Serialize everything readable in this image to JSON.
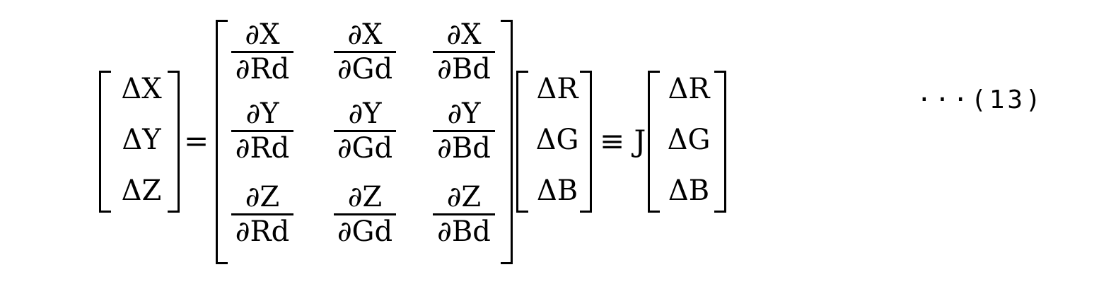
{
  "lhs": [
    "ΔX",
    "ΔY",
    "ΔZ"
  ],
  "equals": "=",
  "jacobian": [
    [
      {
        "num": "∂X",
        "den": "∂Rd"
      },
      {
        "num": "∂X",
        "den": "∂Gd"
      },
      {
        "num": "∂X",
        "den": "∂Bd"
      }
    ],
    [
      {
        "num": "∂Y",
        "den": "∂Rd"
      },
      {
        "num": "∂Y",
        "den": "∂Gd"
      },
      {
        "num": "∂Y",
        "den": "∂Bd"
      }
    ],
    [
      {
        "num": "∂Z",
        "den": "∂Rd"
      },
      {
        "num": "∂Z",
        "den": "∂Gd"
      },
      {
        "num": "∂Z",
        "den": "∂Bd"
      }
    ]
  ],
  "rhs1": [
    "ΔR",
    "ΔG",
    "ΔB"
  ],
  "equiv": "≡ J",
  "rhs2": [
    "ΔR",
    "ΔG",
    "ΔB"
  ],
  "equation_number": "···(13)"
}
